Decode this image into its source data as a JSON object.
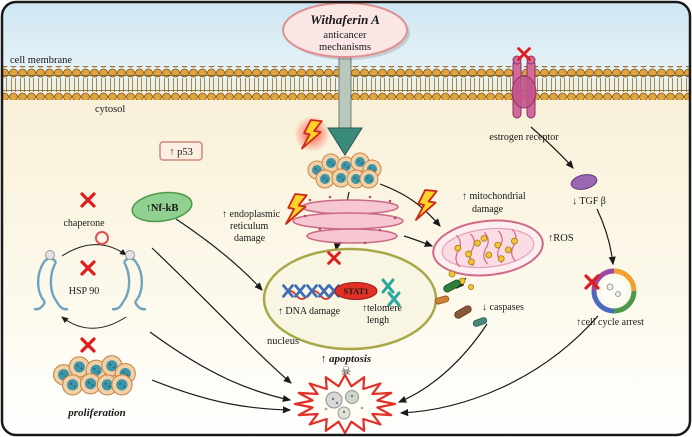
{
  "title": {
    "name": "Withaferin A",
    "sub1": "anticancer",
    "sub2": "mechanisms"
  },
  "regions": {
    "cell_membrane": "cell membrane",
    "cytosol": "cytosol"
  },
  "left_pathway": {
    "p53": "↑ p53",
    "nfkb": "↑Nf-kB",
    "chaperone": "chaperone",
    "hsp90": "HSP 90",
    "proliferation": "proliferation"
  },
  "center_pathway": {
    "er_damage_line1": "↑ endoplasmic",
    "er_damage_line2": "reticulum",
    "er_damage_line3": "damage",
    "stat1": "STAT1",
    "dna_damage": "↑ DNA damage",
    "telomere_line1": "↑telomere",
    "telomere_line2": "lengh",
    "nucleus": "nucleus",
    "apoptosis": "↑ apoptosis",
    "skull": "☠"
  },
  "right_pathway": {
    "estrogen_receptor": "estrogen receptor",
    "mito_damage_line1": "↑ mitochondrial",
    "mito_damage_line2": "damage",
    "ros": "↑ROS",
    "caspases": "↓ caspases",
    "tgf_beta": "↓ TGF β",
    "cell_cycle_arrest": "↑cell cycle arrest"
  },
  "colors": {
    "membrane_head": "#e2a23c",
    "bolt_fill": "#ffd328",
    "bolt_stroke": "#d02818",
    "block_x": "#e01b1b",
    "nucleus_stroke": "#a8a84a",
    "mito_stroke": "#d06a85",
    "explosion_stroke": "#e03028",
    "nfkb_fill": "#90d090",
    "receptor_fill": "#d46a9c",
    "tgf_fill": "#9a68b2"
  }
}
